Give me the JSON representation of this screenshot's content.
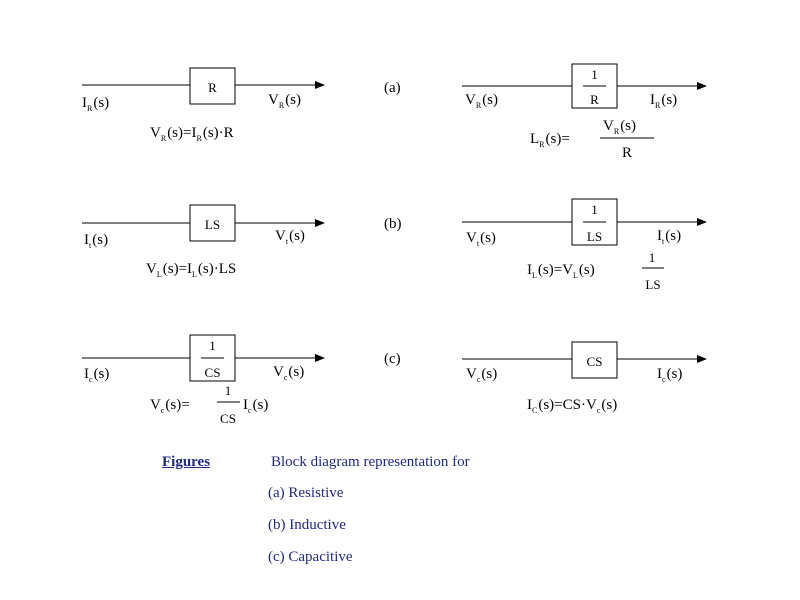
{
  "sections": [
    {
      "tag": "(a)",
      "left": {
        "box": "R",
        "input": {
          "base": "I",
          "sub": "R",
          "arg": "(s)"
        },
        "output": {
          "base": "V",
          "sub": "R",
          "arg": "(s)"
        },
        "eq": {
          "lhs": {
            "base": "V",
            "sub": "R",
            "arg": "(s)"
          },
          "eq": "=",
          "t1": {
            "base": "I",
            "sub": "R",
            "arg": "(s)"
          },
          "tail": "·R"
        }
      },
      "right": {
        "box_num": "1",
        "box_den": "R",
        "input": {
          "base": "V",
          "sub": "R",
          "arg": "(s)"
        },
        "output": {
          "base": "I",
          "sub": "R",
          "arg": "(s)"
        },
        "eq": {
          "lhs": {
            "base": "L",
            "sub": "R",
            "arg": "(s)"
          },
          "eq": "=",
          "num": {
            "base": "V",
            "sub": "R",
            "arg": "(s)"
          },
          "den": "R"
        }
      }
    },
    {
      "tag": "(b)",
      "left": {
        "box": "LS",
        "input": {
          "base": "I",
          "sub": "t",
          "arg": "(s)"
        },
        "output": {
          "base": "V",
          "sub": "t",
          "arg": "(s)"
        },
        "eq": {
          "lhs": {
            "base": "V",
            "sub": "L",
            "arg": "(s)"
          },
          "eq": "=",
          "t1": {
            "base": "I",
            "sub": "L",
            "arg": "(s)"
          },
          "tail": "·LS"
        }
      },
      "right": {
        "box_num": "1",
        "box_den": "LS",
        "input": {
          "base": "V",
          "sub": "t",
          "arg": "(s)"
        },
        "output": {
          "base": "I",
          "sub": "t",
          "arg": "(s)"
        },
        "eq": {
          "lhs": {
            "base": "I",
            "sub": "L",
            "arg": "(s)"
          },
          "eq": "=",
          "t1": {
            "base": "V",
            "sub": "L",
            "arg": "(s)"
          },
          "num": "1",
          "den": "LS"
        }
      }
    },
    {
      "tag": "(c)",
      "left": {
        "box_num": "1",
        "box_den": "CS",
        "input": {
          "base": "I",
          "sub": "c",
          "arg": "(s)"
        },
        "output": {
          "base": "V",
          "sub": "c",
          "arg": "(s)"
        },
        "eq": {
          "lhs": {
            "base": "V",
            "sub": "c",
            "arg": "(s)"
          },
          "eq": "=",
          "num": "1",
          "den": "CS",
          "t1": {
            "base": "I",
            "sub": "c",
            "arg": "(s)"
          }
        }
      },
      "right": {
        "box": "CS",
        "input": {
          "base": "V",
          "sub": "c",
          "arg": "(s)"
        },
        "output": {
          "base": "I",
          "sub": "c",
          "arg": "(s)"
        },
        "eq": {
          "lhs": {
            "base": "I",
            "sub": "C",
            "arg": "(s)"
          },
          "eq": "=",
          "mid": "CS·",
          "t1": {
            "base": "V",
            "sub": "c",
            "arg": "(s)"
          }
        }
      }
    }
  ],
  "caption": {
    "heading": "Figures",
    "intro": "Block diagram representation for",
    "items": [
      "(a)  Resistive",
      "(b)  Inductive",
      "(c)  Capacitive"
    ]
  },
  "colors": {
    "caption": "#1f2a80",
    "lines": "#000000"
  }
}
